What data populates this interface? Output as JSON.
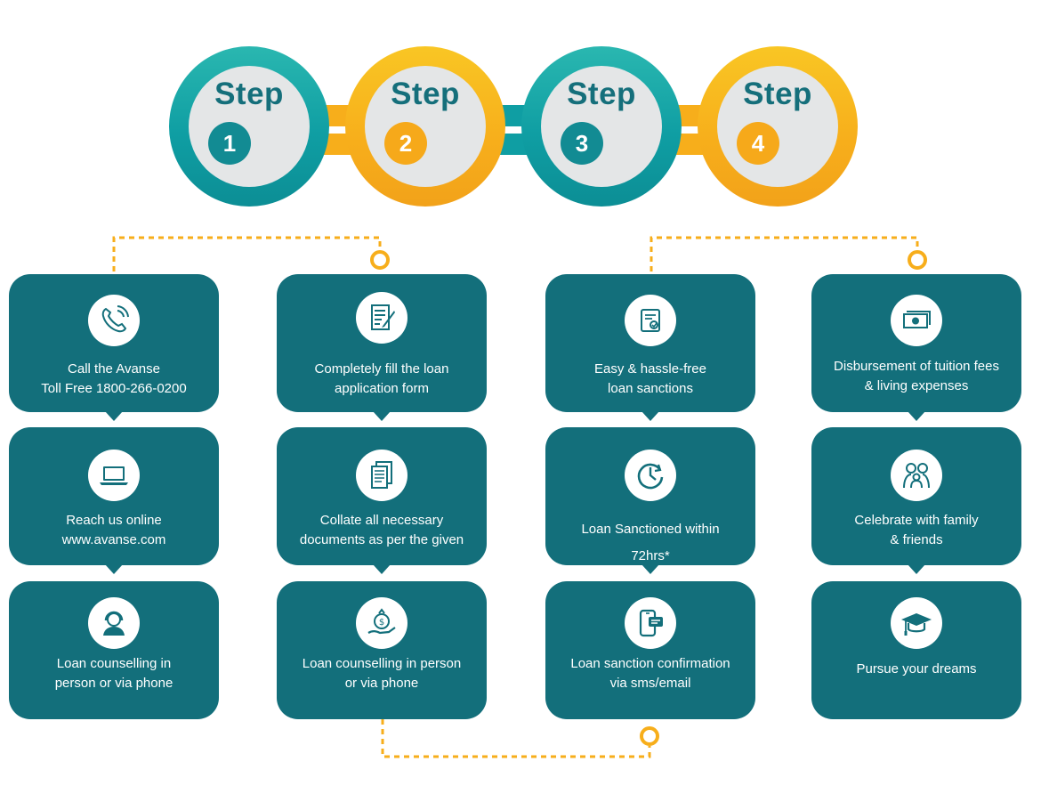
{
  "steps": [
    {
      "word": "Step",
      "number": "1",
      "color": "#0f9ea3"
    },
    {
      "word": "Step",
      "number": "2",
      "color": "#f7ae1b"
    },
    {
      "word": "Step",
      "number": "3",
      "color": "#0f9ea3"
    },
    {
      "word": "Step",
      "number": "4",
      "color": "#f7ae1b"
    }
  ],
  "columns": [
    {
      "cards": [
        {
          "icon": "phone-icon",
          "lines": [
            "Call the Avanse",
            "Toll Free 1800-266-0200"
          ]
        },
        {
          "icon": "laptop-icon",
          "lines": [
            "Reach us online",
            "www.avanse.com"
          ]
        },
        {
          "icon": "headset-agent-icon",
          "lines": [
            "Loan counselling in",
            "person or via phone"
          ]
        }
      ]
    },
    {
      "cards": [
        {
          "icon": "form-edit-icon",
          "lines": [
            "Completely fill the loan",
            "application form"
          ]
        },
        {
          "icon": "documents-icon",
          "lines": [
            "Collate all necessary",
            "documents as per the given"
          ]
        },
        {
          "icon": "money-bag-hand-icon",
          "lines": [
            "Loan counselling in person",
            "or via phone"
          ]
        }
      ]
    },
    {
      "cards": [
        {
          "icon": "certificate-scroll-icon",
          "lines": [
            "Easy & hassle-free",
            "loan sanctions"
          ]
        },
        {
          "icon": "clock-icon",
          "lines": [
            "Loan Sanctioned within",
            "72hrs*"
          ]
        },
        {
          "icon": "mobile-message-icon",
          "lines": [
            "Loan sanction confirmation",
            "via sms/email"
          ]
        }
      ]
    },
    {
      "cards": [
        {
          "icon": "cash-bills-icon",
          "lines": [
            "Disbursement of tuition fees",
            "& living expenses"
          ]
        },
        {
          "icon": "family-icon",
          "lines": [
            "Celebrate with family",
            "& friends"
          ]
        },
        {
          "icon": "graduation-cap-icon",
          "lines": [
            "Pursue your dreams"
          ]
        }
      ]
    }
  ],
  "colors": {
    "teal": "#0f9ea3",
    "gold": "#f7ae1b",
    "card": "#136f7b",
    "ring_inner": "#e4e6e7"
  }
}
